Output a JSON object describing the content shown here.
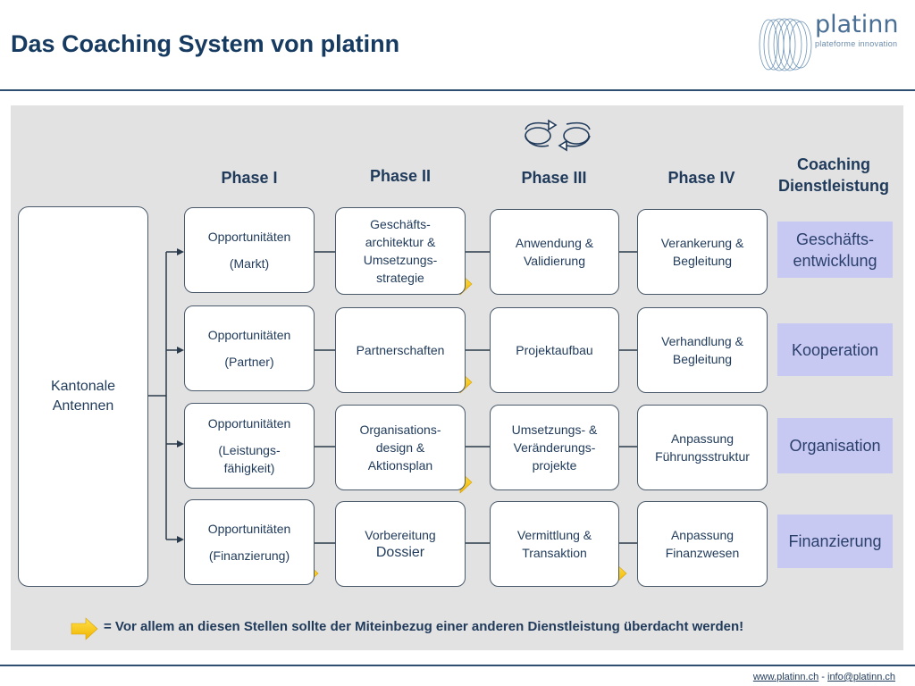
{
  "title": "Das Coaching System von platinn",
  "logo": {
    "name": "platinn",
    "tagline": "plateforme innovation"
  },
  "phases": [
    "Phase I",
    "Phase II",
    "Phase III",
    "Phase IV"
  ],
  "coaching_header": [
    "Coaching",
    "Dienstleistung"
  ],
  "source": "Kantonale Antennen",
  "rows": [
    {
      "p1": [
        "Opportunitäten",
        "(Markt)"
      ],
      "p2": [
        "Geschäfts-",
        "architektur &",
        "Umsetzungs-",
        "strategie"
      ],
      "p3": [
        "Anwendung  &",
        "Validierung"
      ],
      "p4": [
        "Verankerung &",
        "Begleitung"
      ],
      "service": [
        "Geschäfts-",
        "entwicklung"
      ]
    },
    {
      "p1": [
        "Opportunitäten",
        "(Partner)"
      ],
      "p2": [
        "Partnerschaften"
      ],
      "p3": [
        "Projektaufbau"
      ],
      "p4": [
        "Verhandlung &",
        "Begleitung"
      ],
      "service": [
        "Kooperation"
      ]
    },
    {
      "p1": [
        "Opportunitäten",
        "(Leistungs-",
        "fähigkeit)"
      ],
      "p2": [
        "Organisations-",
        "design &",
        "Aktionsplan"
      ],
      "p3": [
        "Umsetzungs- &",
        "Veränderungs-",
        "projekte"
      ],
      "p4": [
        "Anpassung",
        "Führungsstruktur"
      ],
      "service": [
        "Organisation"
      ]
    },
    {
      "p1": [
        "Opportunitäten",
        "(Finanzierung)"
      ],
      "p2": [
        "Vorbereitung",
        "Dossier"
      ],
      "p3": [
        "Vermittlung &",
        "Transaktion"
      ],
      "p4": [
        "Anpassung",
        "Finanzwesen"
      ],
      "service": [
        "Finanzierung"
      ]
    }
  ],
  "legend_text": "= Vor allem an diesen Stellen sollte der Miteinbezug einer anderen Dienstleistung  überdacht werden!",
  "footer": {
    "web": "www.platinn.ch",
    "separator": " - ",
    "email": "info@platinn.ch"
  },
  "colors": {
    "title": "#163a60",
    "service_fill": "#c7c9f3",
    "arrow": "#f5c400",
    "panel": "#e2e2e2"
  },
  "icons": [
    "cycle-arrows-icon",
    "highlight-arrow-icon"
  ]
}
